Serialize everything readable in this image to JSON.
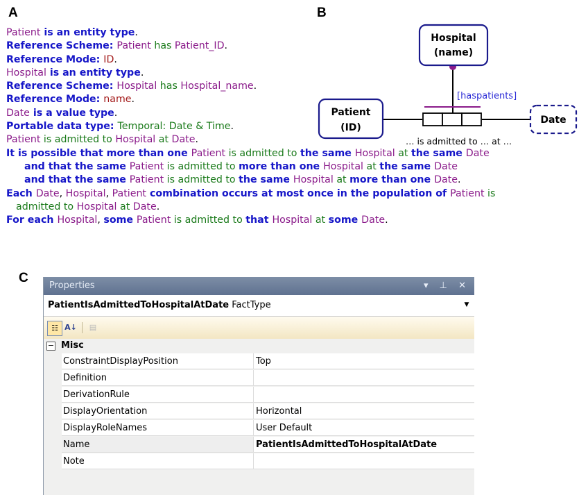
{
  "panels": {
    "a": "A",
    "b": "B",
    "c": "C"
  },
  "panel_a": {
    "l1": {
      "obj": "Patient",
      "kw": " is an entity type",
      "end": "."
    },
    "l2": {
      "kw": "Reference Scheme: ",
      "obj": "Patient",
      "pred": " has ",
      "obj2": "Patient_ID",
      "end": "."
    },
    "l3": {
      "kw": "Reference Mode: ",
      "val": "ID",
      "end": "."
    },
    "l4": {
      "obj": "Hospital",
      "kw": " is an entity type",
      "end": "."
    },
    "l5": {
      "kw": "Reference Scheme: ",
      "obj": "Hospital",
      "pred": " has ",
      "obj2": "Hospital_name",
      "end": "."
    },
    "l6": {
      "kw": "Reference Mode: ",
      "val": "name",
      "end": "."
    },
    "l7": {
      "obj": "Date",
      "kw": " is a value type",
      "end": "."
    },
    "l8": {
      "kw": "Portable data type: ",
      "pred": "Temporal: Date & Time",
      "end": "."
    },
    "l9": {
      "obj": "Patient",
      "pred": " is admitted to ",
      "obj2": "Hospital",
      "pred2": " at ",
      "obj3": "Date",
      "end": "."
    },
    "l10": {
      "kw": "It is possible that more than one ",
      "obj": "Patient",
      "pred": " is admitted to ",
      "kw2": "the same ",
      "obj2": "Hospital",
      "pred2": " at ",
      "kw3": "the same ",
      "obj3": "Date"
    },
    "l11": {
      "kw": "and that the same ",
      "obj": "Patient",
      "pred": " is admitted to ",
      "kw2": "more than one ",
      "obj2": "Hospital",
      "pred2": " at ",
      "kw3": "the same ",
      "obj3": "Date"
    },
    "l12": {
      "kw": "and that the same ",
      "obj": "Patient",
      "pred": " is admitted to ",
      "kw2": "the same ",
      "obj2": "Hospital",
      "pred2": " at ",
      "kw3": "more than one ",
      "obj3": "Date",
      "end": "."
    },
    "l13": {
      "kw": "Each ",
      "obj": "Date",
      "c1": ", ",
      "obj2": "Hospital",
      "c2": ", ",
      "obj3": "Patient",
      "kw2": " combination occurs at most once in the population of ",
      "obj4": "Patient",
      "pred": " is"
    },
    "l14": {
      "pred": "admitted to ",
      "obj": "Hospital",
      "pred2": " at ",
      "obj2": "Date",
      "end": "."
    },
    "l15": {
      "kw": "For each ",
      "obj": "Hospital",
      "c1": ", ",
      "kw2": "some ",
      "obj2": "Patient",
      "pred": " is admitted to ",
      "kw3": "that ",
      "obj3": "Hospital",
      "pred2": " at ",
      "kw4": "some ",
      "obj4": "Date",
      "end": "."
    }
  },
  "panel_b": {
    "hospital_line1": "Hospital",
    "hospital_line2": "(name)",
    "patient_line1": "Patient",
    "patient_line2": "(ID)",
    "date_label": "Date",
    "role_name": "[haspatients]",
    "reading": "… is admitted to … at  …",
    "colors": {
      "entity_border": "#1a1a8c",
      "role_name": "#2b2bd6",
      "constraint": "#8a1a8a"
    }
  },
  "properties": {
    "title": "Properties",
    "title_buttons": "▾ ⊥ ✕",
    "object_name": "PatientIsAdmittedToHospitalAtDate",
    "object_type": "FactType",
    "category": "Misc",
    "rows": [
      {
        "name": "ConstraintDisplayPosition",
        "value": "Top"
      },
      {
        "name": "Definition",
        "value": ""
      },
      {
        "name": "DerivationRule",
        "value": ""
      },
      {
        "name": "DisplayOrientation",
        "value": "Horizontal"
      },
      {
        "name": "DisplayRoleNames",
        "value": "User Default"
      },
      {
        "name": "Name",
        "value": "PatientIsAdmittedToHospitalAtDate"
      },
      {
        "name": "Note",
        "value": ""
      }
    ]
  }
}
